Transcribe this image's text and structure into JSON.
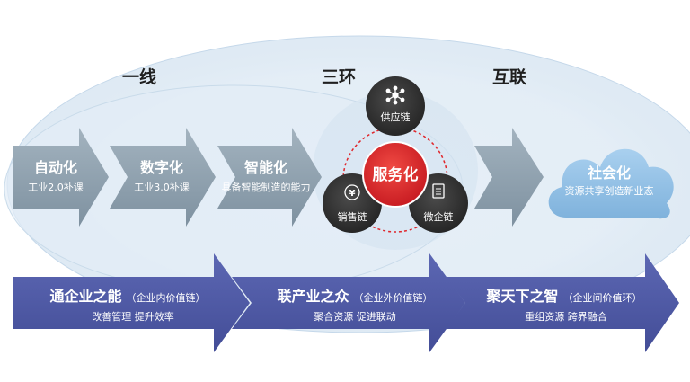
{
  "headers": {
    "left": "一线",
    "middle": "三环",
    "right": "互联"
  },
  "top_row": [
    {
      "title": "自动化",
      "subtitle": "工业2.0补课"
    },
    {
      "title": "数字化",
      "subtitle": "工业3.0补课"
    },
    {
      "title": "智能化",
      "subtitle": "具备智能制造的能力"
    }
  ],
  "rings": {
    "center": "服务化",
    "top": "供应链",
    "left": "销售链",
    "right": "微企链",
    "left_icon": "yen-icon",
    "right_icon": "document-icon",
    "top_icon": "network-icon"
  },
  "cloud": {
    "title": "社会化",
    "subtitle": "资源共享创造新业态"
  },
  "bottom_row": [
    {
      "title": "通企业之能",
      "scope": "（企业内价值链）",
      "subtitle": "改善管理  提升效率"
    },
    {
      "title": "联产业之众",
      "scope": "（企业外价值链）",
      "subtitle": "聚合资源  促进联动"
    },
    {
      "title": "聚天下之智",
      "scope": "（企业间价值环）",
      "subtitle": "重组资源  跨界融合"
    }
  ],
  "colors": {
    "grey_arrow": "#8ea0ae",
    "bottom_arrow": "#4f5aa6",
    "center_red": "#e0262b",
    "dark_circle": "#3a3a3a",
    "cloud": "#8fbfe5",
    "ellipse": "#d9e7f3"
  }
}
